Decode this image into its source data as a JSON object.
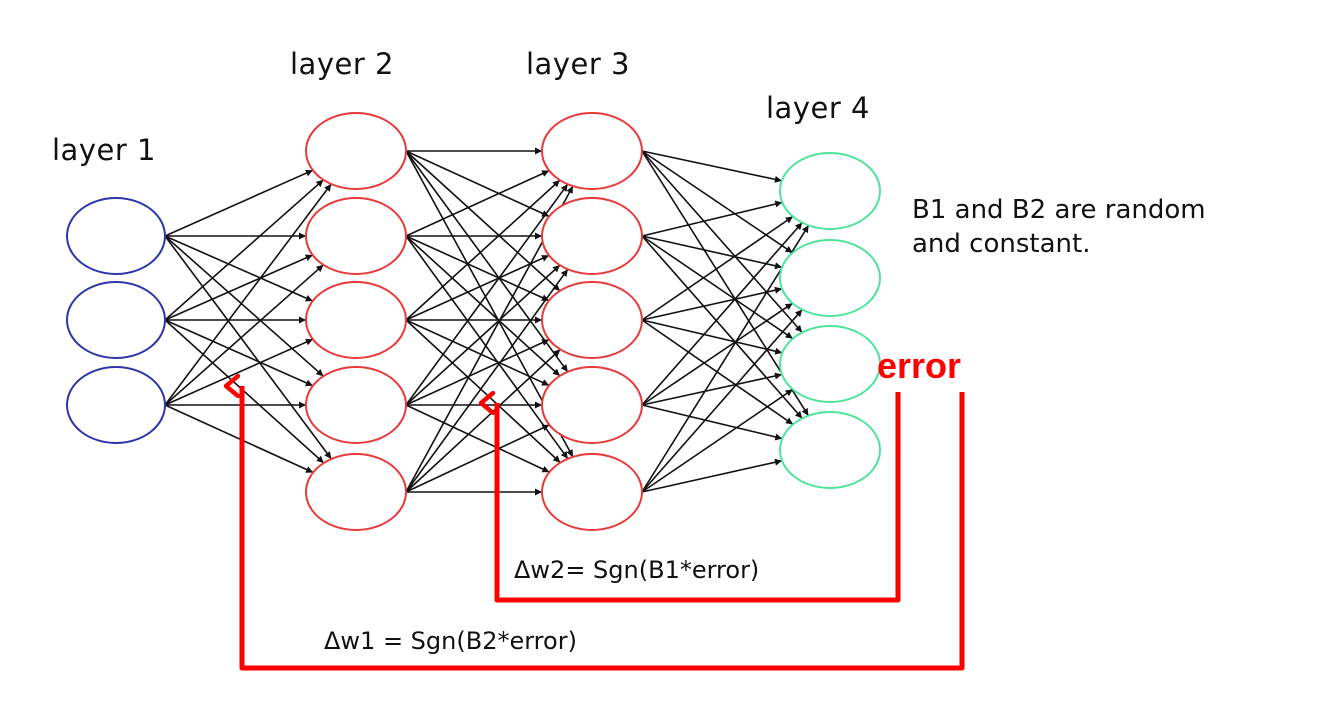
{
  "layers": [
    {
      "label": "layer 1",
      "neurons": 3,
      "color": "#2e35a8"
    },
    {
      "label": "layer 2",
      "neurons": 5,
      "color": "#e8393b"
    },
    {
      "label": "layer 3",
      "neurons": 5,
      "color": "#e8393b"
    },
    {
      "label": "layer 4",
      "neurons": 4,
      "color": "#4fe39b"
    }
  ],
  "note": {
    "line1": "B1 and B2 are random",
    "line2": "and constant."
  },
  "error_label": "error",
  "formula_w2": "Δw2= Sgn(B1*error)",
  "formula_w1": "Δw1 = Sgn(B2*error)",
  "colors": {
    "feedback": "#ff0000",
    "connection": "#111111",
    "text": "#111111"
  }
}
